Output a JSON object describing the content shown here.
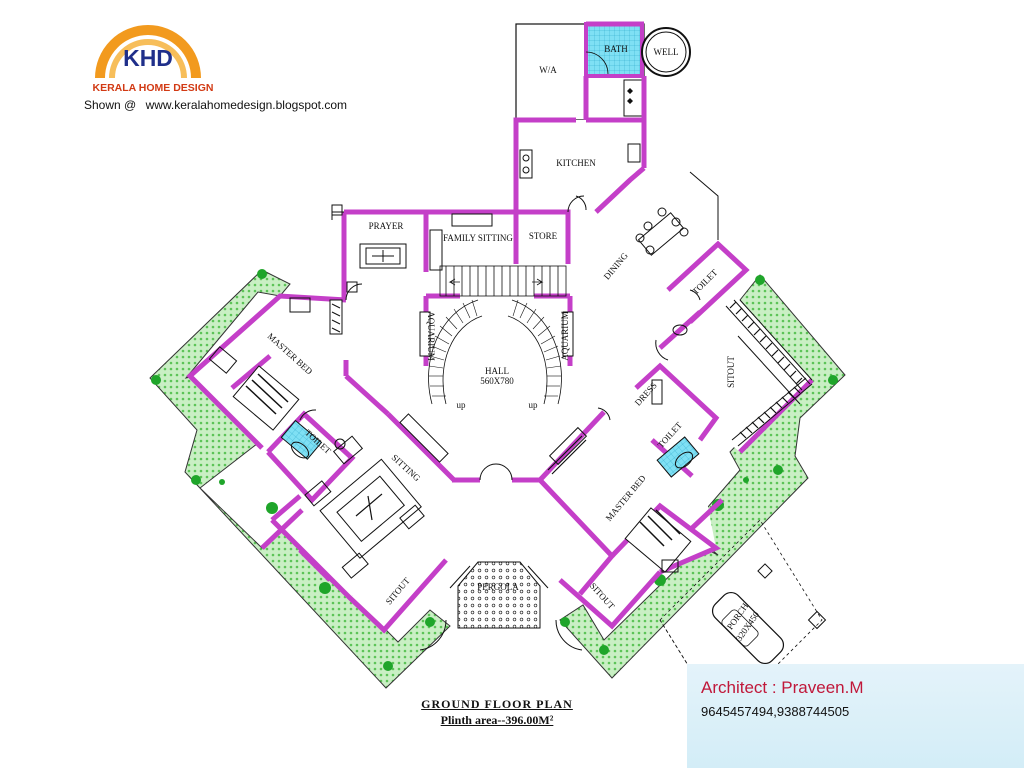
{
  "logo": {
    "brand": "KHD",
    "tagline": "KERALA HOME DESIGN"
  },
  "shown": {
    "prefix": "Shown @",
    "url": "www.keralahomedesign.blogspot.com"
  },
  "rooms": {
    "bath": "BATH",
    "well": "WELL",
    "wa": "W/A",
    "kitchen": "KITCHEN",
    "prayer": "PRAYER",
    "family_sitting": "FAMILY SITTING",
    "store": "STORE",
    "dining": "DINING",
    "toilet_ne": "TOILET",
    "hall": "HALL",
    "hall_size": "560X780",
    "aquarium_l": "AQUARIUM",
    "aquarium_r": "AQUARIUM",
    "master_bed_l": "MASTER BED",
    "toilet_l": "TOILET",
    "sitting": "SITTING",
    "sitout_l": "SITOUT",
    "pergola": "PERGOLA",
    "sitout_c": "SITOUT",
    "master_bed_r": "MASTER BED",
    "toilet_r": "TOILET",
    "dress": "DRESS",
    "sitout_e": "SITOUT",
    "porch": "PORCH",
    "porch_size": "320X450",
    "up_l": "up",
    "up_r": "up"
  },
  "plan_title": {
    "title": "GROUND FLOOR PLAN",
    "area": "Plinth area--396.00M²"
  },
  "architect": {
    "name": "Architect : Praveen.M",
    "phone": "9645457494,9388744505"
  },
  "colors": {
    "wall": "#c43fc8",
    "garden": "#8fd88a",
    "tile": "#64d6f0",
    "logo_orange": "#f29a1e",
    "logo_blue": "#1f2f8a"
  }
}
